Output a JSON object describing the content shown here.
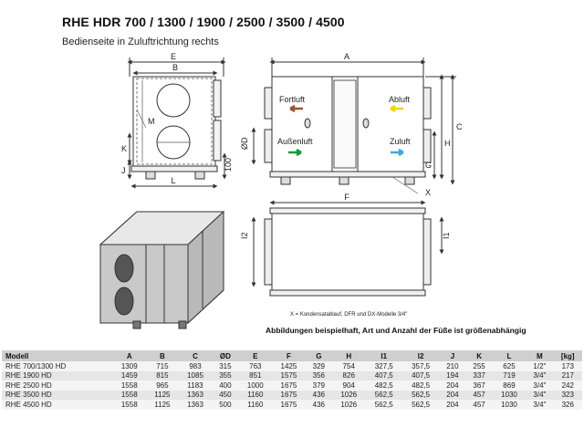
{
  "title": "RHE HDR 700 / 1300 / 1900 / 2500 / 3500 / 4500",
  "subtitle": "Bedienseite in Zuluftrichtung rechts",
  "drawing": {
    "side_view": {
      "dim_E": "E",
      "dim_B": "B",
      "dim_L": "L",
      "dim_K": "K",
      "dim_J": "J",
      "dim_M": "M",
      "dim_100": "100"
    },
    "front_view": {
      "dim_A": "A",
      "dim_C": "C",
      "dim_H": "H",
      "dim_G": "G",
      "dim_OD": "ØD",
      "fortluft": "Fortluft",
      "abluft": "Abluft",
      "aussenluft": "Außenluft",
      "zuluft": "Zuluft",
      "color_fortluft": "#a0522d",
      "color_abluft": "#f2d600",
      "color_aussenluft": "#1a9a3a",
      "color_zuluft": "#3fa7e0"
    },
    "top_view": {
      "dim_F": "F",
      "dim_X": "X",
      "dim_I1": "I1",
      "dim_I2": "I2"
    },
    "note": "X = Kondensatablauf, DFR und DX-Modelle 3/4\"",
    "caption": "Abbildungen beispielhaft, Art und Anzahl der Füße ist größenabhängig"
  },
  "table": {
    "headers": [
      "Modell",
      "A",
      "B",
      "C",
      "ØD",
      "E",
      "F",
      "G",
      "H",
      "I1",
      "I2",
      "J",
      "K",
      "L",
      "M",
      "[kg]"
    ],
    "rows": [
      [
        "RHE 700/1300 HD",
        "1309",
        "715",
        "983",
        "315",
        "763",
        "1425",
        "329",
        "754",
        "327,5",
        "357,5",
        "210",
        "255",
        "625",
        "1/2\"",
        "173"
      ],
      [
        "RHE 1900 HD",
        "1459",
        "815",
        "1085",
        "355",
        "851",
        "1575",
        "356",
        "826",
        "407,5",
        "407,5",
        "194",
        "337",
        "719",
        "3/4\"",
        "217"
      ],
      [
        "RHE 2500 HD",
        "1558",
        "965",
        "1183",
        "400",
        "1000",
        "1675",
        "379",
        "904",
        "482,5",
        "482,5",
        "204",
        "367",
        "869",
        "3/4\"",
        "242"
      ],
      [
        "RHE 3500 HD",
        "1558",
        "1125",
        "1363",
        "450",
        "1160",
        "1675",
        "436",
        "1026",
        "562,5",
        "562,5",
        "204",
        "457",
        "1030",
        "3/4\"",
        "323"
      ],
      [
        "RHE 4500 HD",
        "1558",
        "1125",
        "1363",
        "500",
        "1160",
        "1675",
        "436",
        "1026",
        "562,5",
        "562,5",
        "204",
        "457",
        "1030",
        "3/4\"",
        "326"
      ]
    ]
  }
}
